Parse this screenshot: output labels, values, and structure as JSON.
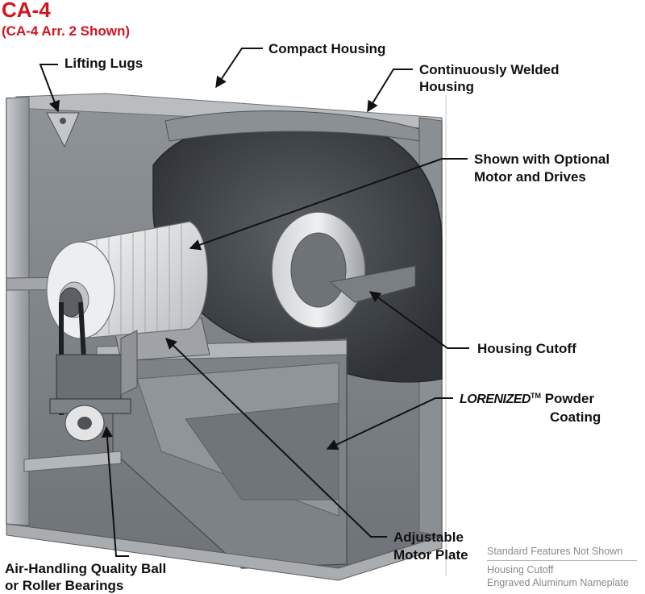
{
  "title": "CA-4",
  "subtitle": "(CA-4 Arr. 2 Shown)",
  "callouts": {
    "lifting_lugs": "Lifting Lugs",
    "compact_housing": "Compact Housing",
    "welded_line1": "Continuously Welded",
    "welded_line2": "Housing",
    "motor_line1": "Shown with Optional",
    "motor_line2": "Motor and Drives",
    "housing_cutoff": "Housing Cutoff",
    "lorenized": "LORENIZED",
    "trademark": "TM",
    "powder": "Powder",
    "coating": "Coating",
    "plate_line1": "Adjustable",
    "plate_line2": "Motor Plate",
    "bearings_line1": "Air-Handling Quality Ball",
    "bearings_line2": "or Roller Bearings"
  },
  "standard_features": {
    "heading": "Standard Features Not Shown",
    "items": [
      "Housing Cutoff",
      "Engraved Aluminum Nameplate"
    ]
  },
  "colors": {
    "title": "#d4141c",
    "frame": "#9a9ea2",
    "housing": "#6b7075",
    "motor": "#e4e6e8",
    "arrow": "#111111"
  }
}
